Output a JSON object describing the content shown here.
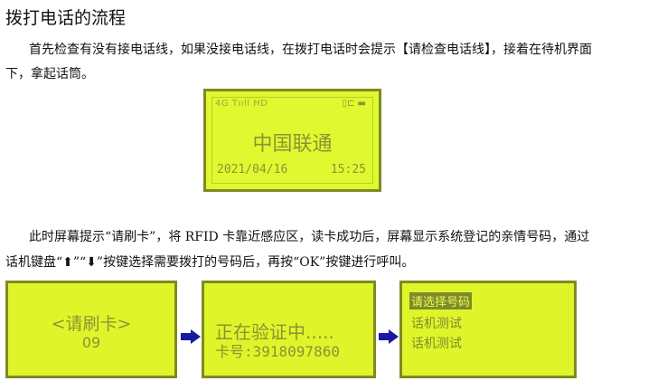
{
  "doc": {
    "title": "拨打电话的流程",
    "para1_line1": "首先检查有没有接电话线，如果没接电话线，在拨打电话时会提示【请检查电话线】，接着在待机界面",
    "para1_line2": "下，拿起话筒。",
    "para2_line1": "此时屏幕提示“请刷卡”，将 RFID 卡靠近感应区，读卡成功后，屏幕显示系统登记的亲情号码，通过",
    "para2_line2": "话机键盘“⬆”“⬇”按键选择需要拨打的号码后，再按“OK”按键进行呼叫。"
  },
  "screen_idle": {
    "status": "4G Tııll HD",
    "icons": "▯⊏ ▬",
    "carrier": "中国联通",
    "date": "2021/04/16",
    "time": "15:25"
  },
  "screen_swipe": {
    "prompt": "<请刷卡>",
    "code": "09"
  },
  "screen_verify": {
    "line1": "正在验证中.....",
    "line2": "卡号:3918097860"
  },
  "screen_select": {
    "header": "请选择号码",
    "rows": [
      "话机测试",
      "话机测试"
    ]
  },
  "colors": {
    "lcd": "#dff52a",
    "arrow": "#1a1aa0"
  }
}
